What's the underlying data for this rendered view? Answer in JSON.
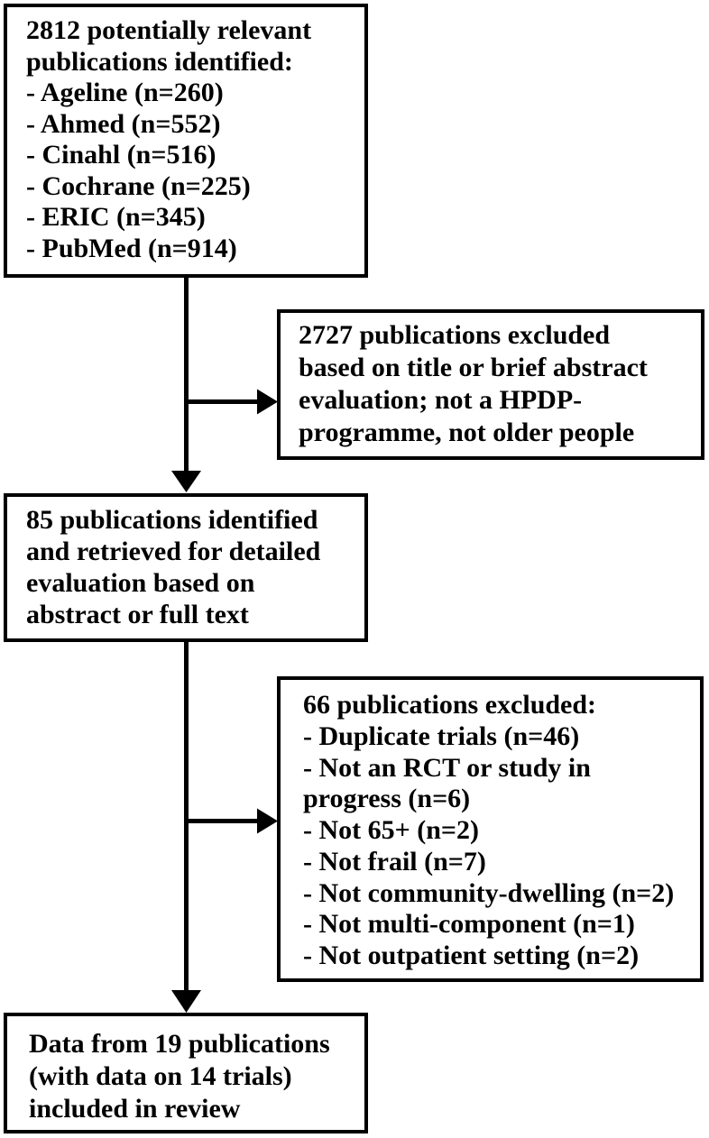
{
  "page": {
    "colors": {
      "ink": "#000000",
      "paper": "#ffffff"
    }
  },
  "flowchart": {
    "boxes": {
      "identified": {
        "lines": [
          "2812 potentially relevant",
          "publications identified:",
          "- Ageline (n=260)",
          "- Ahmed (n=552)",
          "- Cinahl (n=516)",
          "- Cochrane (n=225)",
          "- ERIC (n=345)",
          "- PubMed (n=914)"
        ]
      },
      "excluded_screening": {
        "lines": [
          "2727 publications excluded",
          "based on title or brief abstract",
          "evaluation; not a HPDP-",
          "programme, not older people"
        ]
      },
      "retrieved": {
        "lines": [
          "85 publications identified",
          "and retrieved for detailed",
          "evaluation based on",
          "abstract or full text"
        ]
      },
      "excluded_detailed": {
        "lines": [
          "66 publications excluded:",
          "- Duplicate trials (n=46)",
          "- Not an RCT or study in",
          "progress (n=6)",
          "- Not 65+ (n=2)",
          "- Not frail (n=7)",
          "- Not community-dwelling (n=2)",
          "- Not multi-component (n=1)",
          "- Not outpatient setting (n=2)"
        ]
      },
      "included": {
        "lines": [
          "Data from 19 publications",
          "(with data on 14 trials)",
          "included in review"
        ]
      }
    },
    "edges": [
      {
        "from": "identified",
        "to": "retrieved"
      },
      {
        "from": "identified",
        "to": "excluded_screening"
      },
      {
        "from": "retrieved",
        "to": "included"
      },
      {
        "from": "retrieved",
        "to": "excluded_detailed"
      }
    ]
  }
}
